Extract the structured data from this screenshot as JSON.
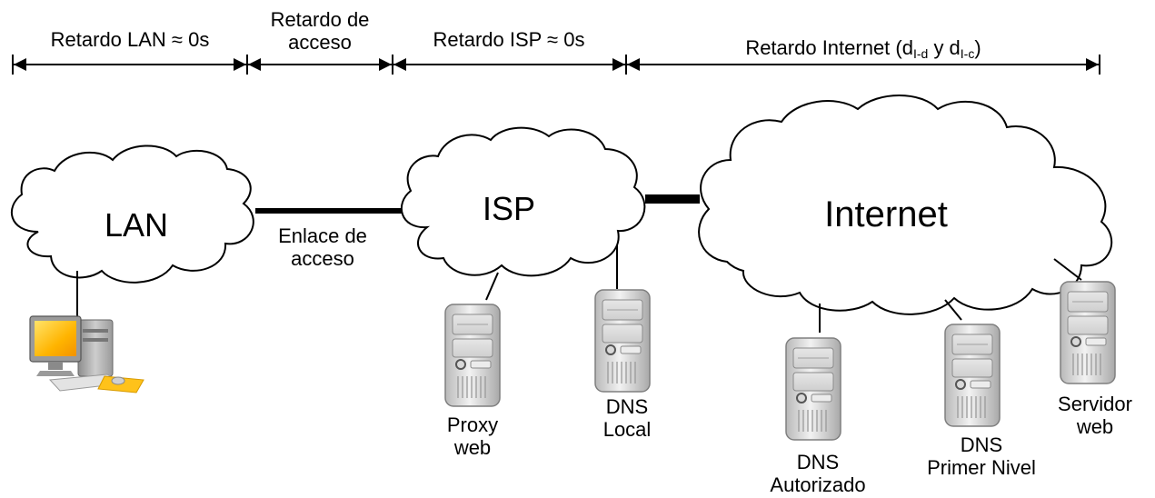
{
  "delays": {
    "lan": "Retardo LAN ≈ 0s",
    "access": [
      "Retardo de",
      "acceso"
    ],
    "isp": "Retardo ISP ≈ 0s",
    "internet_prefix": "Retardo Internet (d",
    "internet_sub1": "I-d",
    "internet_mid": " y d",
    "internet_sub2": "I-c",
    "internet_suffix": ")"
  },
  "clouds": {
    "lan": "LAN",
    "isp": "ISP",
    "internet": "Internet"
  },
  "link": [
    "Enlace de",
    "acceso"
  ],
  "servers": {
    "proxy": [
      "Proxy",
      "web"
    ],
    "dns_local": [
      "DNS",
      "Local"
    ],
    "dns_auth": [
      "DNS",
      "Autorizado"
    ],
    "dns_top": [
      "DNS",
      "Primer Nivel"
    ],
    "web": [
      "Servidor",
      "web"
    ]
  },
  "icons": [
    "computer-icon",
    "server-icon"
  ]
}
